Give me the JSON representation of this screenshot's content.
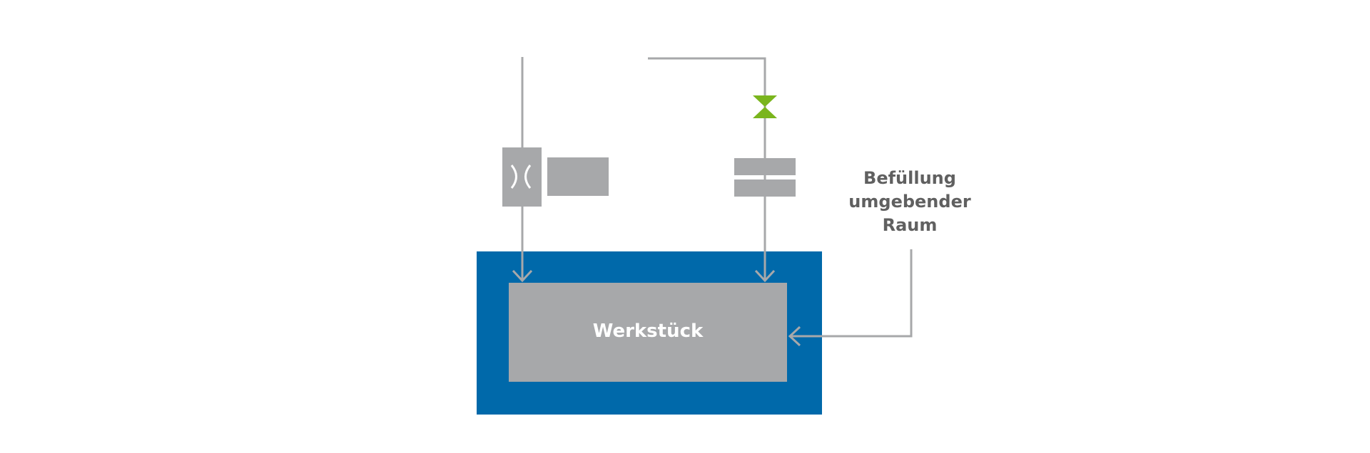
{
  "colors": {
    "chamber": "#0069aa",
    "component": "#a7a8aa",
    "line": "#a7a8aa",
    "valve": "#7ab51d",
    "text_light": "#ffffff",
    "text_dark": "#606060"
  },
  "workpiece": {
    "label": "Werkstück"
  },
  "side_label": {
    "lines": [
      "Befüllung",
      "umgebender",
      "Raum"
    ]
  },
  "icons": {
    "flow_meter": "flow-restrictor-icon",
    "valve": "valve-icon",
    "filter": "split-block-icon"
  }
}
